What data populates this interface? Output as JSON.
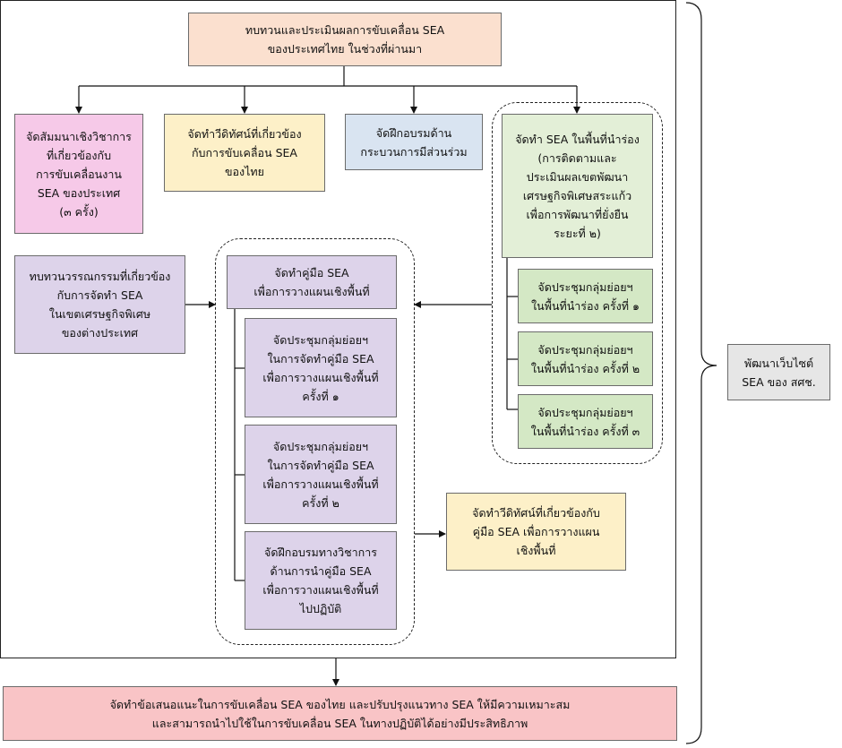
{
  "nodes": {
    "review": "ทบทวนและประเมินผลการขับเคลื่อน SEA\nของประเทศไทย ในช่วงที่ผ่านมา",
    "seminar": "จัดสัมมนาเชิงวิชาการ\nที่เกี่ยวข้องกับ\nการขับเคลื่อนงาน\nSEA ของประเทศ\n(๓ ครั้ง)",
    "video1": "จัดทำวีดิทัศน์ที่เกี่ยวข้อง\nกับการขับเคลื่อน SEA\nของไทย",
    "training": "จัดฝึกอบรมด้าน\nกระบวนการมีส่วนร่วม",
    "pilot": "จัดทำ SEA ในพื้นที่นำร่อง\n(การติดตามและ\nประเมินผลเขตพัฒนา\nเศรษฐกิจพิเศษสระแก้ว\nเพื่อการพัฒนาที่ยั่งยืน\nระยะที่ ๒)",
    "pilot_m1": "จัดประชุมกลุ่มย่อยฯ\nในพื้นที่นำร่อง ครั้งที่ ๑",
    "pilot_m2": "จัดประชุมกลุ่มย่อยฯ\nในพื้นที่นำร่อง ครั้งที่ ๒",
    "pilot_m3": "จัดประชุมกลุ่มย่อยฯ\nในพื้นที่นำร่อง ครั้งที่ ๓",
    "literature": "ทบทวนวรรณกรรมที่เกี่ยวข้อง\nกับการจัดทำ SEA\nในเขตเศรษฐกิจพิเศษ\nของต่างประเทศ",
    "manual": "จัดทำคู่มือ SEA\nเพื่อการวางแผนเชิงพื้นที่",
    "manual_m1": "จัดประชุมกลุ่มย่อยฯ\nในการจัดทำคู่มือ SEA\nเพื่อการวางแผนเชิงพื้นที่\nครั้งที่ ๑",
    "manual_m2": "จัดประชุมกลุ่มย่อยฯ\nในการจัดทำคู่มือ SEA\nเพื่อการวางแผนเชิงพื้นที่\nครั้งที่ ๒",
    "manual_train": "จัดฝึกอบรมทางวิชาการ\nด้านการนำคู่มือ SEA\nเพื่อการวางแผนเชิงพื้นที่\nไปปฏิบัติ",
    "video2": "จัดทำวีดิทัศน์ที่เกี่ยวข้องกับ\nคู่มือ SEA เพื่อการวางแผน\nเชิงพื้นที่",
    "website": "พัฒนาเว็บไซต์\nSEA ของ สศช.",
    "final": "จัดทำข้อเสนอแนะในการขับเคลื่อน SEA ของไทย และปรับปรุงแนวทาง SEA ให้มีความเหมาะสม\nและสามารถนำไปใช้ในการขับเคลื่อน SEA ในทางปฏิบัติได้อย่างมีประสิทธิภาพ"
  }
}
